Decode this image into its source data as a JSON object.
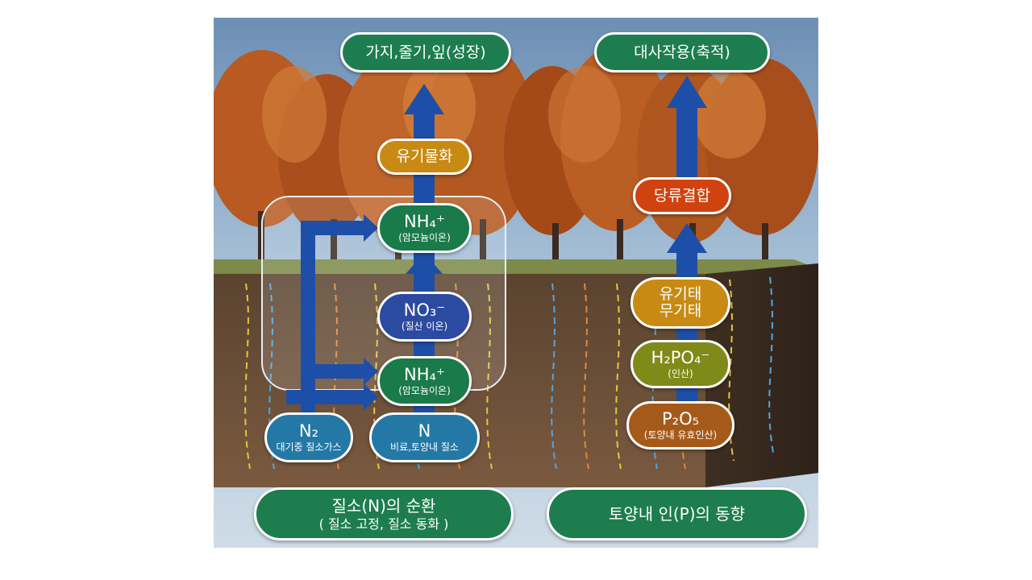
{
  "top": {
    "left": "가지,줄기,잎(성장)",
    "right": "대사작용(축적)"
  },
  "nitrogen": {
    "organic": "유기물화",
    "nh4_top": {
      "formula": "NH₄⁺",
      "desc": "(암모늄이온)"
    },
    "no3": {
      "formula": "NO₃⁻",
      "desc": "(질산 이온)"
    },
    "nh4_bottom": {
      "formula": "NH₄⁺",
      "desc": "(암모늄이온)"
    },
    "n2": {
      "formula": "N₂",
      "desc": "대기중 질소가스"
    },
    "n": {
      "formula": "N",
      "desc": "비료,토양내 질소"
    }
  },
  "phosphorus": {
    "sugar": "당류결합",
    "organic_inorganic": [
      "유기태",
      "무기태"
    ],
    "h2po4": {
      "formula": "H₂PO₄⁻",
      "desc": "(인산)"
    },
    "p2o5": {
      "formula": "P₂O₅",
      "desc": "(토양내 유효인산)"
    }
  },
  "bottom": {
    "left_title": "질소(N)의 순환",
    "left_sub": "( 질소 고정, 질소 동화 )",
    "right_title": "토양내 인(P)의 동향"
  },
  "colors": {
    "green": "#1d7d4e",
    "gold": "#c88a12",
    "blue": "#2c4aa0",
    "teal": "#2478a6",
    "red": "#d0420f",
    "olive": "#7f8a18",
    "brown": "#a65a1a",
    "arrow": "#1e4fa8"
  }
}
